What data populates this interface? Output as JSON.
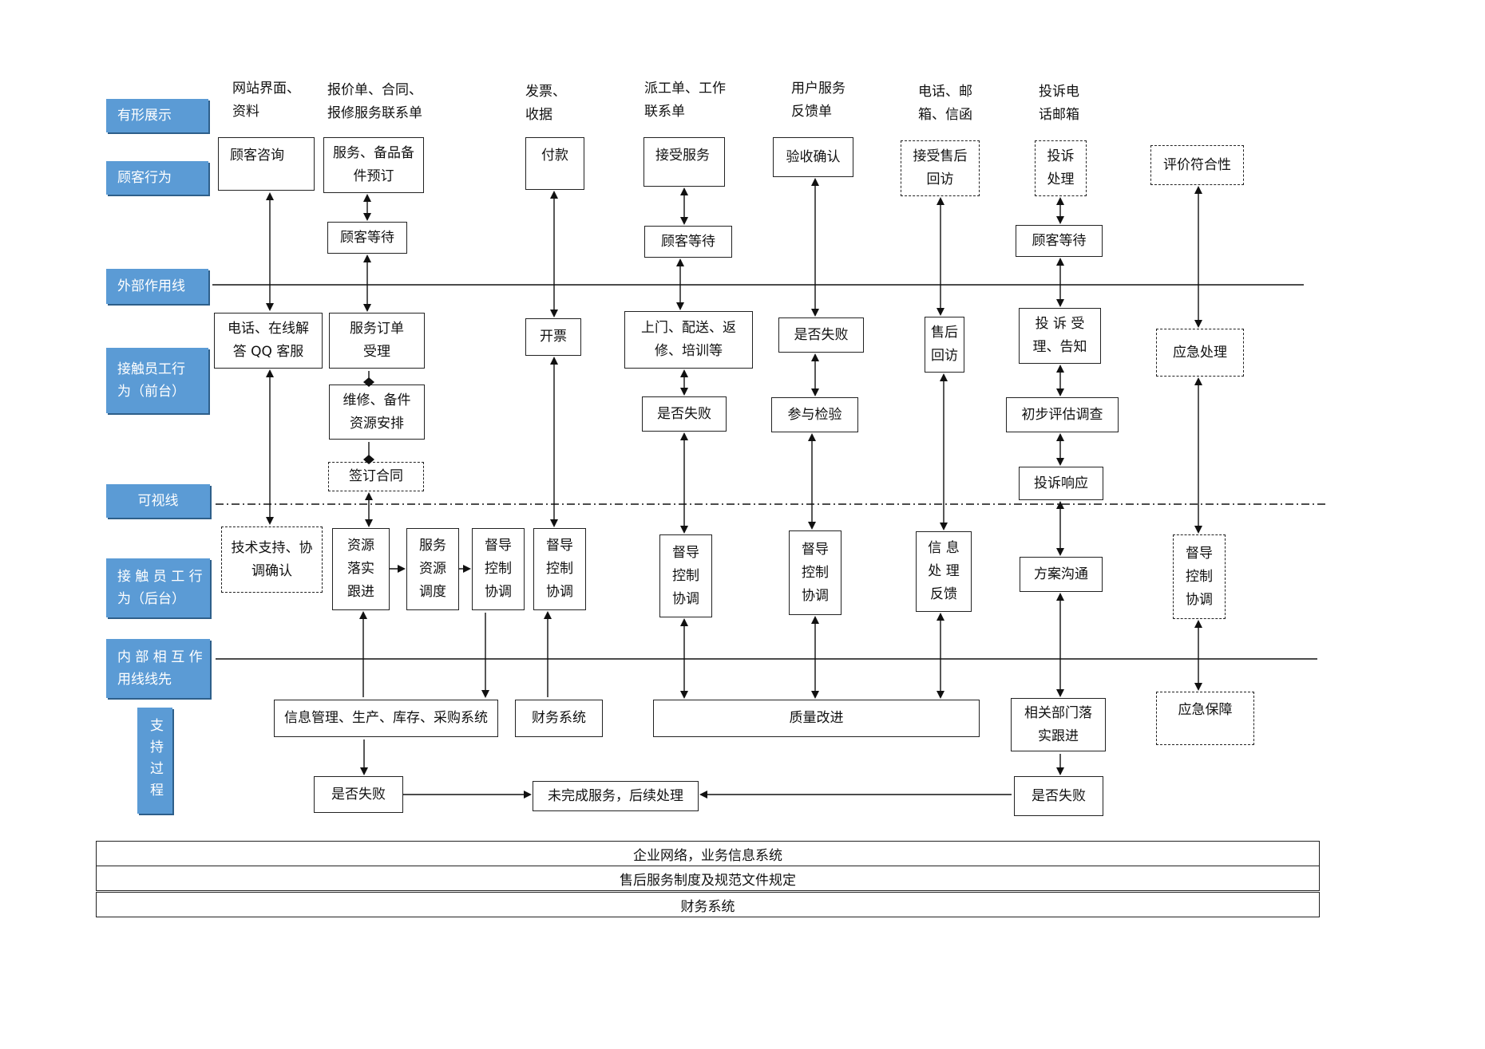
{
  "lanes": [
    {
      "id": "lane-physical-evidence",
      "label": "有形展示"
    },
    {
      "id": "lane-customer-actions",
      "label": "顾客行为"
    },
    {
      "id": "lane-interaction-line",
      "label": "外部作用线"
    },
    {
      "id": "lane-frontstage",
      "label": "接触员工行\n为（前台）"
    },
    {
      "id": "lane-visibility-line",
      "label": "可视线"
    },
    {
      "id": "lane-backstage",
      "label": "接 触 员 工 行\n为（后台）"
    },
    {
      "id": "lane-internal-line",
      "label": "内 部 相 互 作\n用线线先"
    },
    {
      "id": "lane-support",
      "label": "支持过程"
    }
  ],
  "evidence": [
    "网站界面、\n资料",
    "报价单、合同、\n报修服务联系单",
    "发票、\n收据",
    "派工单、工作\n联系单",
    "用户服务\n反馈单",
    "电话、邮\n箱、信函",
    "投诉电\n话邮箱"
  ],
  "customer": {
    "consult": "顾客咨询",
    "order": "服务、备品备\n件预订",
    "pay": "付款",
    "accept": "接受服务",
    "check": "验收确认",
    "revisit": "接受售后\n回访",
    "complain": "投诉\n处理",
    "evaluate": "评价符合性",
    "wait1": "顾客等待",
    "wait2": "顾客等待",
    "wait3": "顾客等待"
  },
  "front": {
    "phone": "电话、在线解\n答 QQ 客服",
    "order": "服务订单\n受理",
    "repair": "维修、备件\n资源安排",
    "contract": "签订合同",
    "invoice": "开票",
    "onsite": "上门、配送、返\n修、培训等",
    "fail1": "是否失败",
    "fail2": "是否失败",
    "inspect": "参与检验",
    "revisit": "售后\n回访",
    "acceptc": "投 诉 受\n理、告知",
    "assess": "初步评估调查",
    "respond": "投诉响应",
    "emergency": "应急处理"
  },
  "back": {
    "tech": "技术支持、协\n调确认",
    "res1": "资源\n落实\n跟进",
    "res2": "服务\n资源\n调度",
    "sup1": "督导\n控制\n协调",
    "sup2": "督导\n控制\n协调",
    "sup3": "督导\n控制\n协调",
    "sup4": "督导\n控制\n协调",
    "info": "信 息\n处 理\n反馈",
    "plan": "方案沟通",
    "sup5": "督导\n控制\n协调"
  },
  "support": {
    "infosys": "信息管理、生产、库存、采购系统",
    "finance": "财务系统",
    "quality": "质量改进",
    "dept": "相关部门落\n实跟进",
    "guarantee": "应急保障",
    "fail_a": "是否失败",
    "unfinished": "未完成服务，后续处理",
    "fail_b": "是否失败"
  },
  "bands": [
    "企业网络，业务信息系统",
    "售后服务制度及规范文件规定",
    "财务系统"
  ]
}
